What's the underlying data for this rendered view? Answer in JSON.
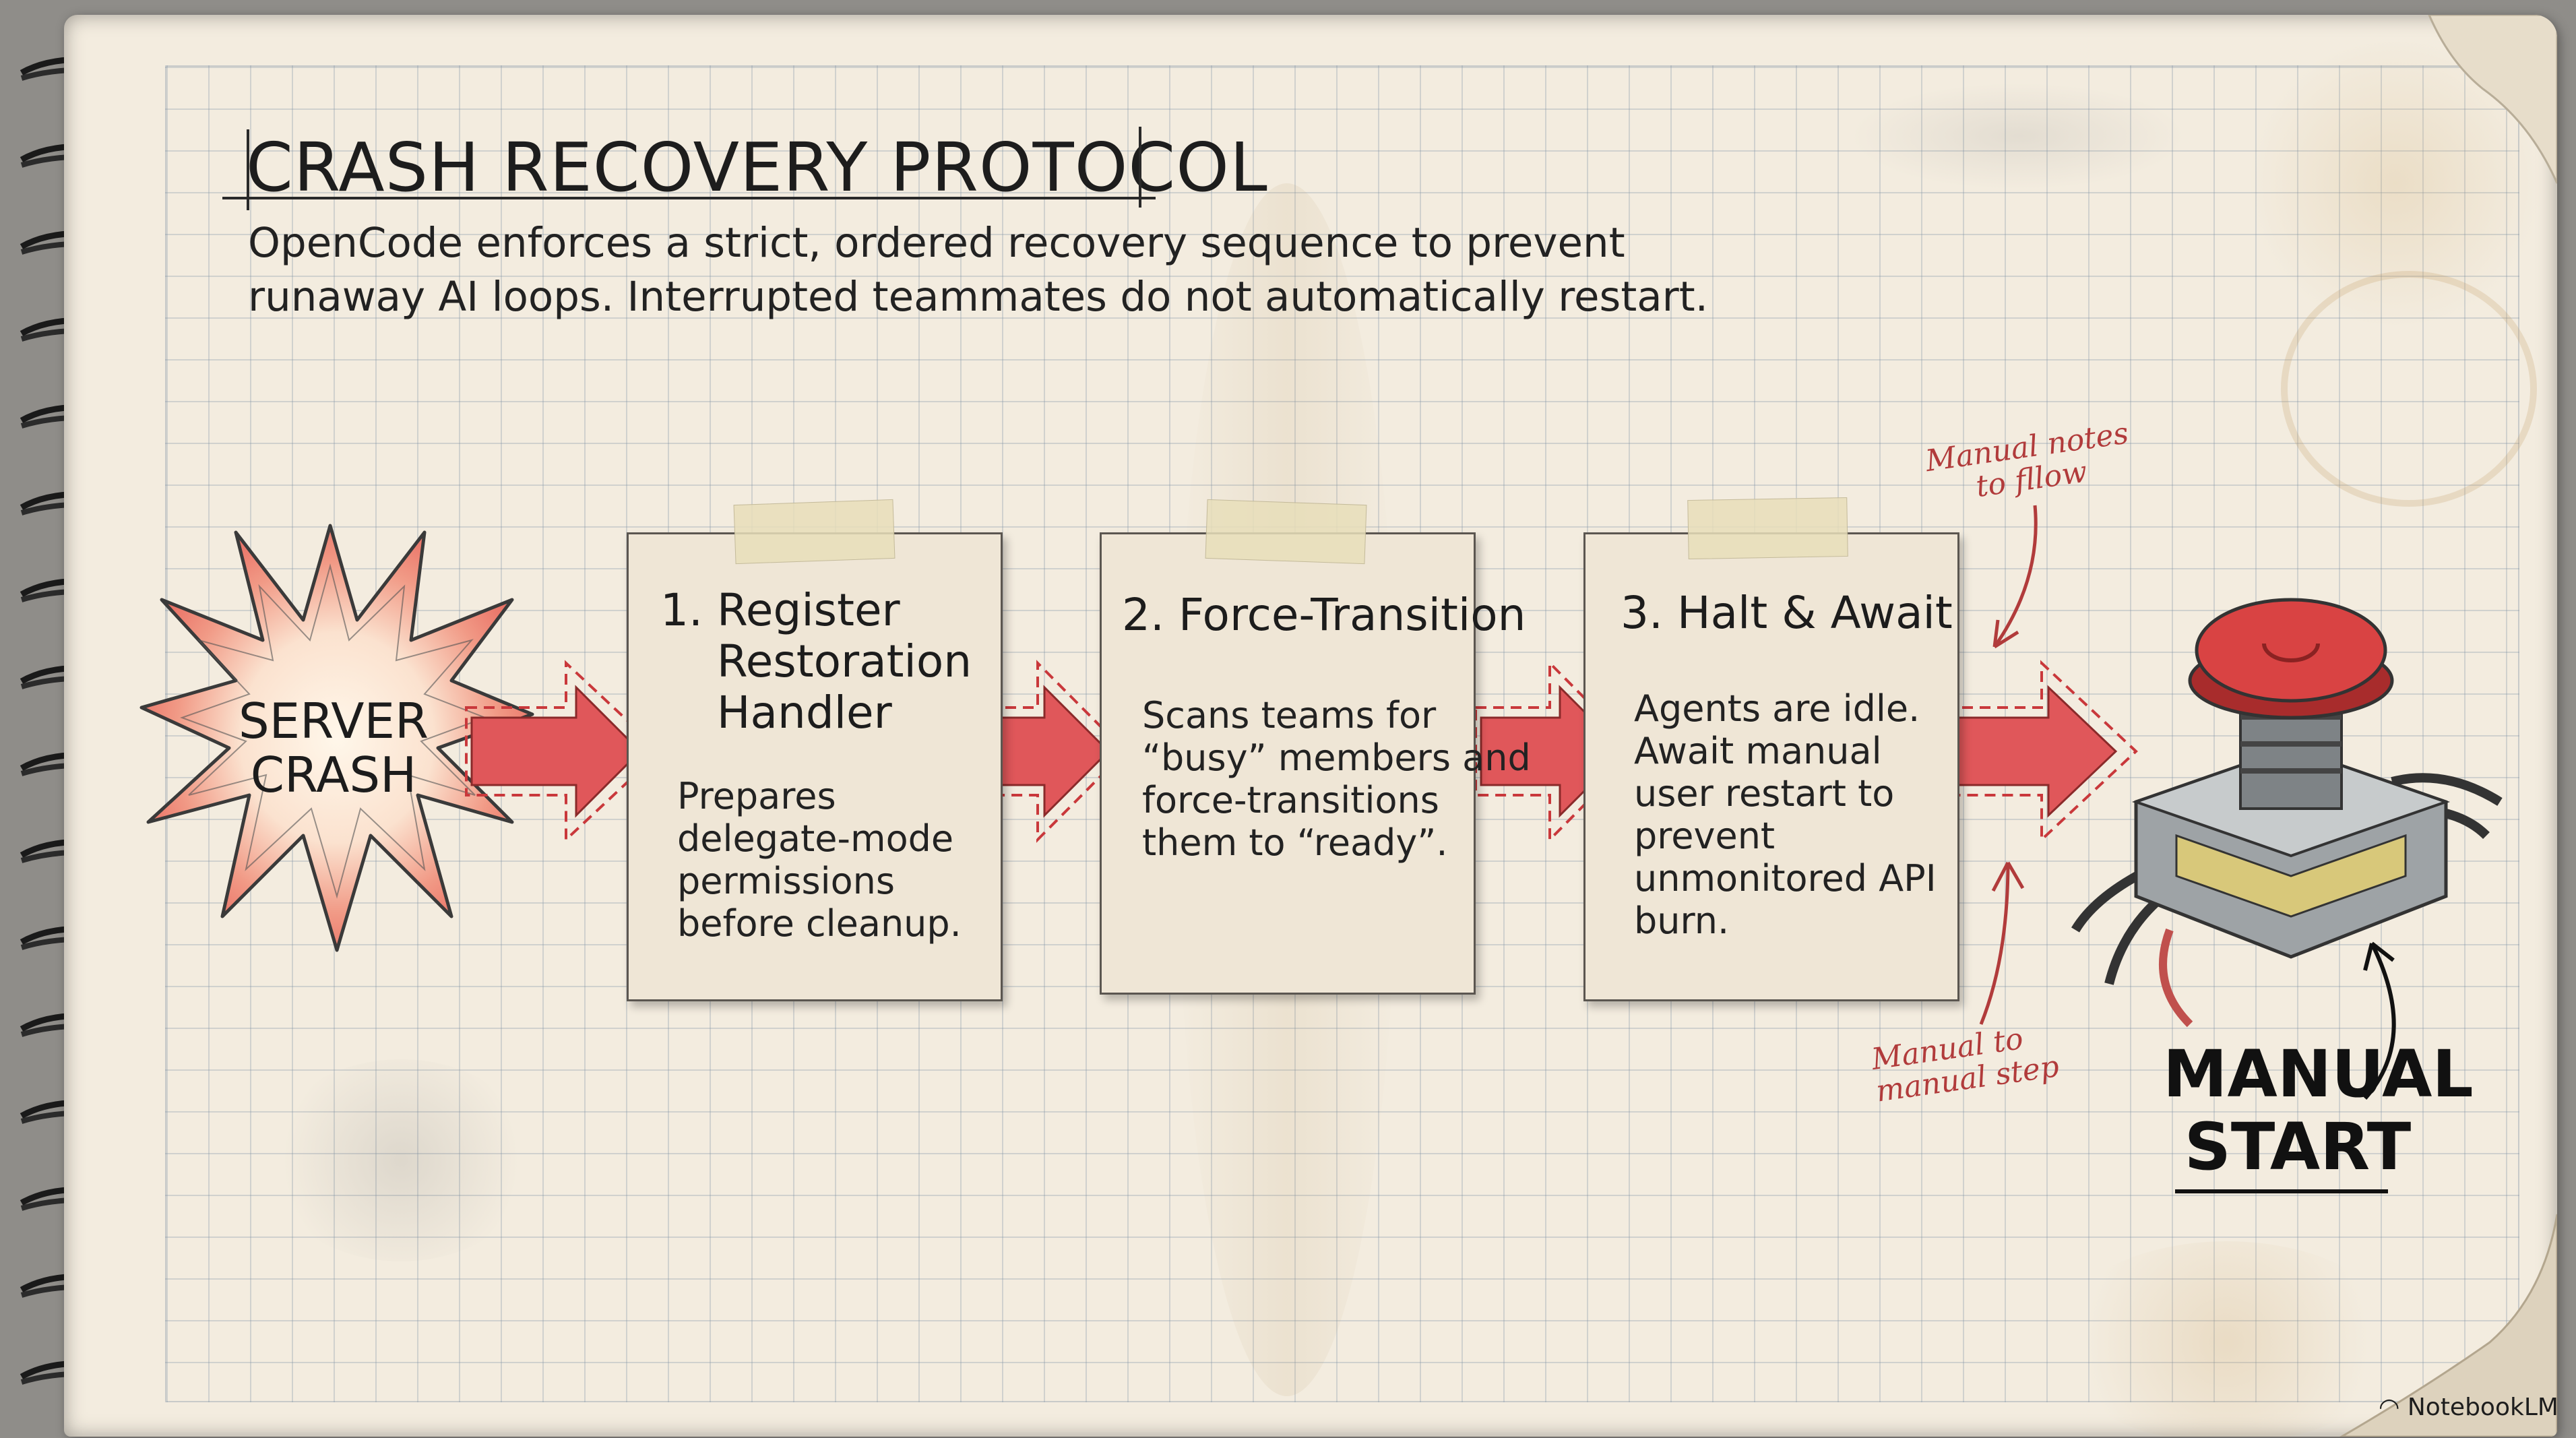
{
  "header": {
    "title": "CRASH RECOVERY PROTOCOL",
    "subtitle_line1": "OpenCode enforces a strict, ordered recovery sequence to prevent",
    "subtitle_line2": "runaway AI loops. Interrupted teammates do not automatically restart."
  },
  "start_event": {
    "label": "SERVER\nCRASH"
  },
  "steps": [
    {
      "title": "1. Register\n    Restoration\n    Handler",
      "body": "Prepares\ndelegate-mode\npermissions\nbefore cleanup."
    },
    {
      "title": "2. Force-Transition",
      "body": "Scans teams for\n“busy” members and\nforce-transitions\nthem to “ready”."
    },
    {
      "title": "3. Halt & Await",
      "body": "Agents are idle.\nAwait manual\nuser restart to\nprevent\nunmonitored API\nburn."
    }
  ],
  "end_event": {
    "label": "MANUAL\nSTART"
  },
  "annotations": {
    "top_note": "Manual notes\nto fllow",
    "bottom_note": "Manual to\nmanual step"
  },
  "branding": {
    "label": "NotebookLM"
  },
  "colors": {
    "arrow_fill": "#e0575a",
    "arrow_outline": "#c9383b",
    "annotation": "#b13b3b",
    "paper": "#f3ecdf",
    "card": "#efe6d6"
  }
}
